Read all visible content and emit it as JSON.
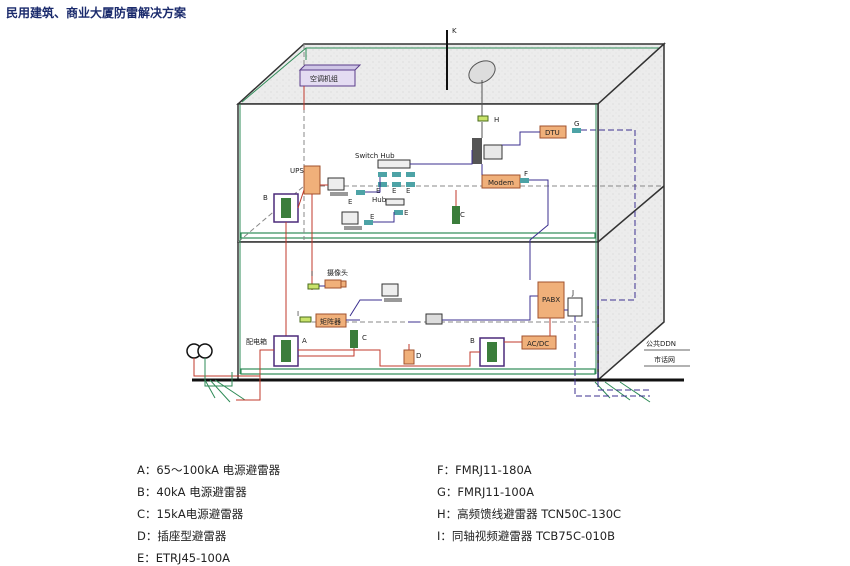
{
  "title": "民用建筑、商业大厦防雷解决方案",
  "diagram": {
    "ac_unit": "空调机组",
    "switch_hub": "Switch Hub",
    "hub": "Hub",
    "ups": "UPS",
    "modem": "Modem",
    "dtu": "DTU",
    "camera": "摄像头",
    "matrix": "矩阵器",
    "distribution_box": "配电箱",
    "pabx": "PABX",
    "acdc": "AC/DC",
    "public_ddn": "公共DDN",
    "city_net": "市话网",
    "letters": {
      "A": "A",
      "B": "B",
      "C": "C",
      "D": "D",
      "E": "E",
      "F": "F",
      "G": "G",
      "H": "H",
      "I": "I",
      "J": "J",
      "K": "K"
    }
  },
  "legend": {
    "a": "A：65～100kA 电源避雷器",
    "b": "B：40kA 电源避雷器",
    "c": "C：15kA电源避雷器",
    "d": "D：插座型避雷器",
    "e": "E：ETRJ45-100A",
    "f": "F：FMRJ11-180A",
    "g": "G：FMRJ11-100A",
    "h": "H：高频馈线避雷器 TCN50C-130C",
    "i": "I：同轴视频避雷器 TCB75C-010B"
  }
}
